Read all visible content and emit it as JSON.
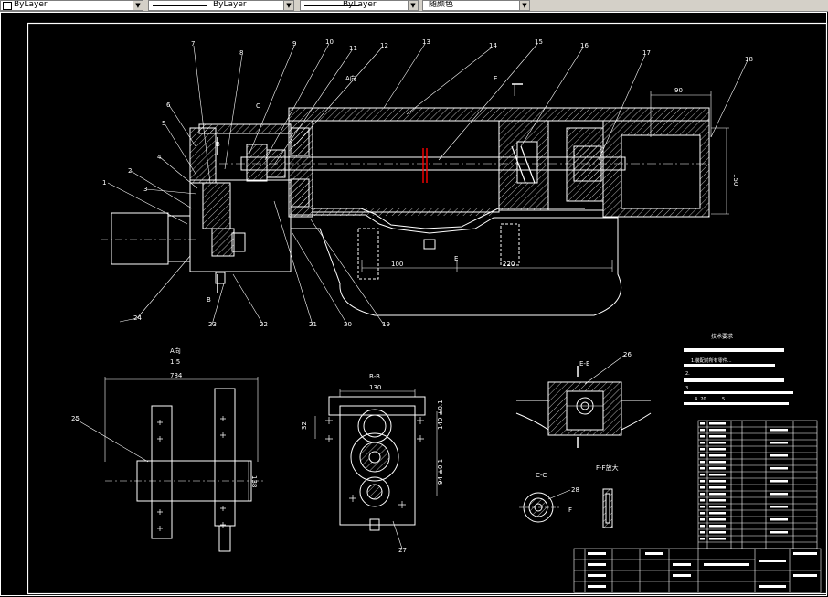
{
  "toolbar": {
    "combo1": "ByLayer",
    "combo2": "ByLayer",
    "combo3": "ByLayer",
    "combo4": "随颜色"
  },
  "drawing": {
    "balloons": [
      "1",
      "2",
      "3",
      "4",
      "5",
      "6",
      "7",
      "8",
      "9",
      "10",
      "11",
      "12",
      "13",
      "14",
      "15",
      "16",
      "17",
      "18",
      "19",
      "20",
      "21",
      "22",
      "23",
      "24"
    ],
    "label_a_dir_top": "A向",
    "label_c": "C",
    "label_b_top": "B",
    "label_b_bottom": "B",
    "label_e_top": "E",
    "label_e_bottom": "E",
    "dim_90": "90",
    "dim_150": "150",
    "dim_100": "100",
    "dim_220": "220",
    "view_a_title": "A向",
    "view_a_scale": "1:5",
    "dim_784": "784",
    "dim_138": "138",
    "balloon_25": "25",
    "view_bb_title": "B-B",
    "dim_130": "130",
    "dim_32": "32",
    "dim_v1": "140 ±0.1",
    "dim_v2": "94 ±0.1",
    "balloon_27": "27",
    "view_ee_title": "E-E",
    "balloon_26": "26",
    "view_cc_title": "C-C",
    "view_f_title": "F-F放大",
    "balloon_28": "28",
    "label_f": "F",
    "tech_title": "技术要求",
    "tech_1": "1.装配前所有零件...",
    "tech_2": "2.",
    "tech_3": "3.",
    "tech_4": "4. 20",
    "tech_5": "5."
  }
}
